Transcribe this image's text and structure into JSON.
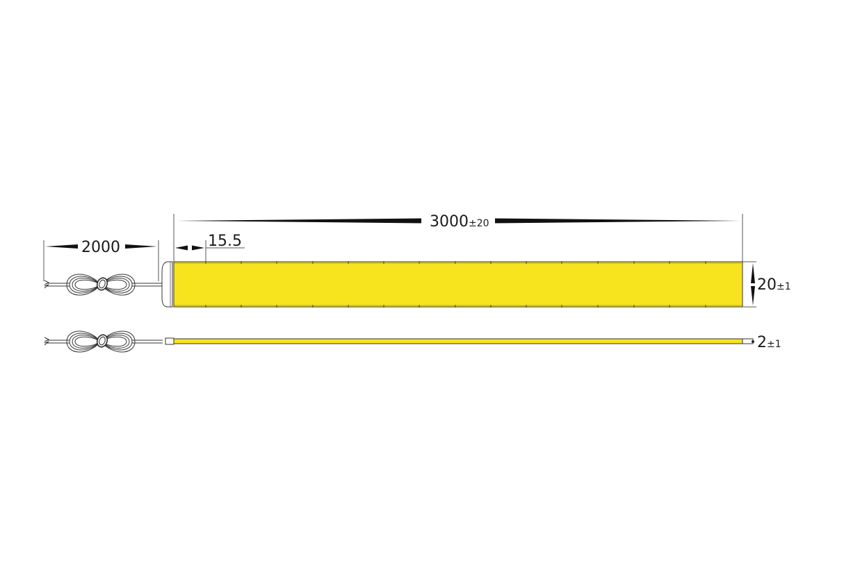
{
  "diagram": {
    "type": "technical-drawing",
    "subject": "COB LED strip with lead cable",
    "colors": {
      "strip": "#f7e41f",
      "line": "#333333",
      "text": "#1a1a1a",
      "background": "#ffffff"
    },
    "dimensions": {
      "strip_length": {
        "value": "3000",
        "tolerance": "±20"
      },
      "cable_length": {
        "value": "2000"
      },
      "segment_pitch": {
        "value": "15.5"
      },
      "strip_width": {
        "value": "20",
        "tolerance": "±1"
      },
      "strip_thickness": {
        "value": "2",
        "tolerance": "±1"
      }
    },
    "views": [
      "top-view",
      "side-view"
    ]
  }
}
